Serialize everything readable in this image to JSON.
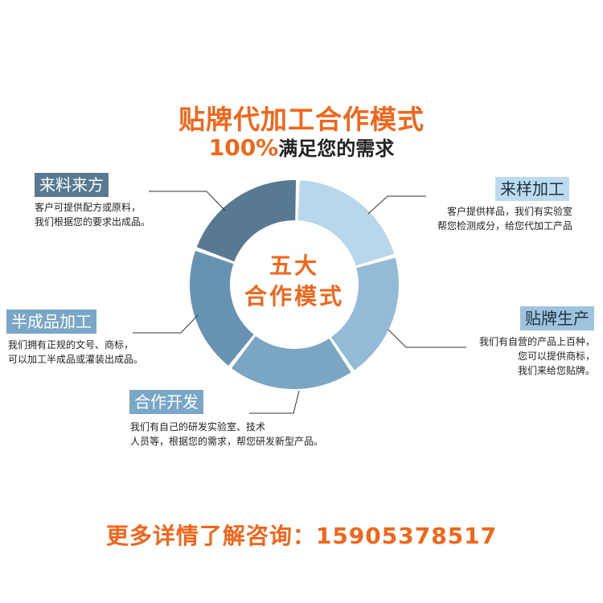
{
  "header": {
    "title": "贴牌代加工合作模式",
    "subtitle_pct": "100%",
    "subtitle_rest": "满足您的需求"
  },
  "center": {
    "line1": "五大",
    "line2": "合作模式"
  },
  "modes": [
    {
      "label": "来样加工",
      "desc1": "客户提供样品，我们有实验室",
      "desc2": "帮您检测成分，给您代加工产品",
      "color": "#b9d7eb"
    },
    {
      "label": "贴牌生产",
      "desc1": "我们有自营的产品上百种，",
      "desc2": "您可以提供商标，",
      "desc3": "我们来给您贴牌。",
      "color": "#93bad6"
    },
    {
      "label": "合作开发",
      "desc1": "我们有自己的研发实验室、技术",
      "desc2": "人员等，根据您的需求，帮您研发新型产品。",
      "color": "#7aa6c4"
    },
    {
      "label": "半成品加工",
      "desc1": "我们拥有正规的文号、商标，",
      "desc2": "可以加工半成品或灌装出成品。",
      "color": "#6892b2"
    },
    {
      "label": "来料来方",
      "desc1": "客户可提供配方或原料，",
      "desc2": "我们根据您的要求出成品。",
      "color": "#577a92"
    }
  ],
  "footer": {
    "contact": "更多详情了解咨询：15905378517"
  }
}
